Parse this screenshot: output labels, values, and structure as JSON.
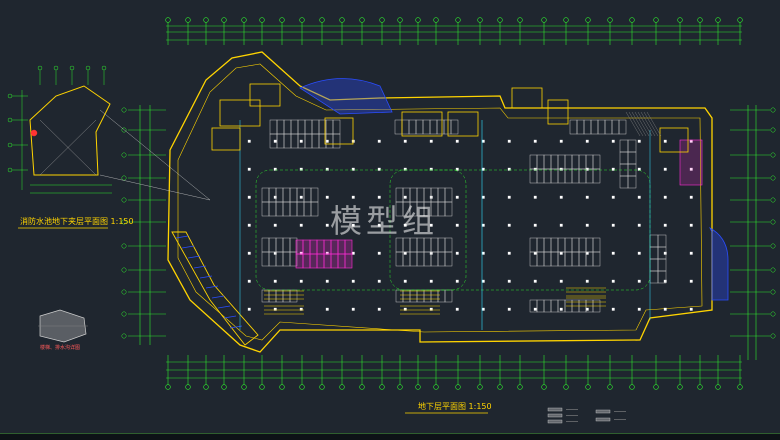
{
  "watermark": "模型组",
  "titles": {
    "main_plan": "地下层平面图  1:150",
    "water_plan": "消防水池地下夹层平面图  1:150",
    "small_plan": "楼梯、排水沟详图"
  },
  "colors": {
    "background": "#1f262f",
    "grid": "#2ee82e",
    "wall": "#ffd400",
    "accent_blue": "#2a4dff",
    "accent_magenta": "#ff2bd6",
    "text_white": "#e8e8e8",
    "cyan": "#33e0ff"
  },
  "icons": [
    "parking-stall-icon",
    "column-icon",
    "grid-bubble-icon",
    "stair-icon"
  ]
}
